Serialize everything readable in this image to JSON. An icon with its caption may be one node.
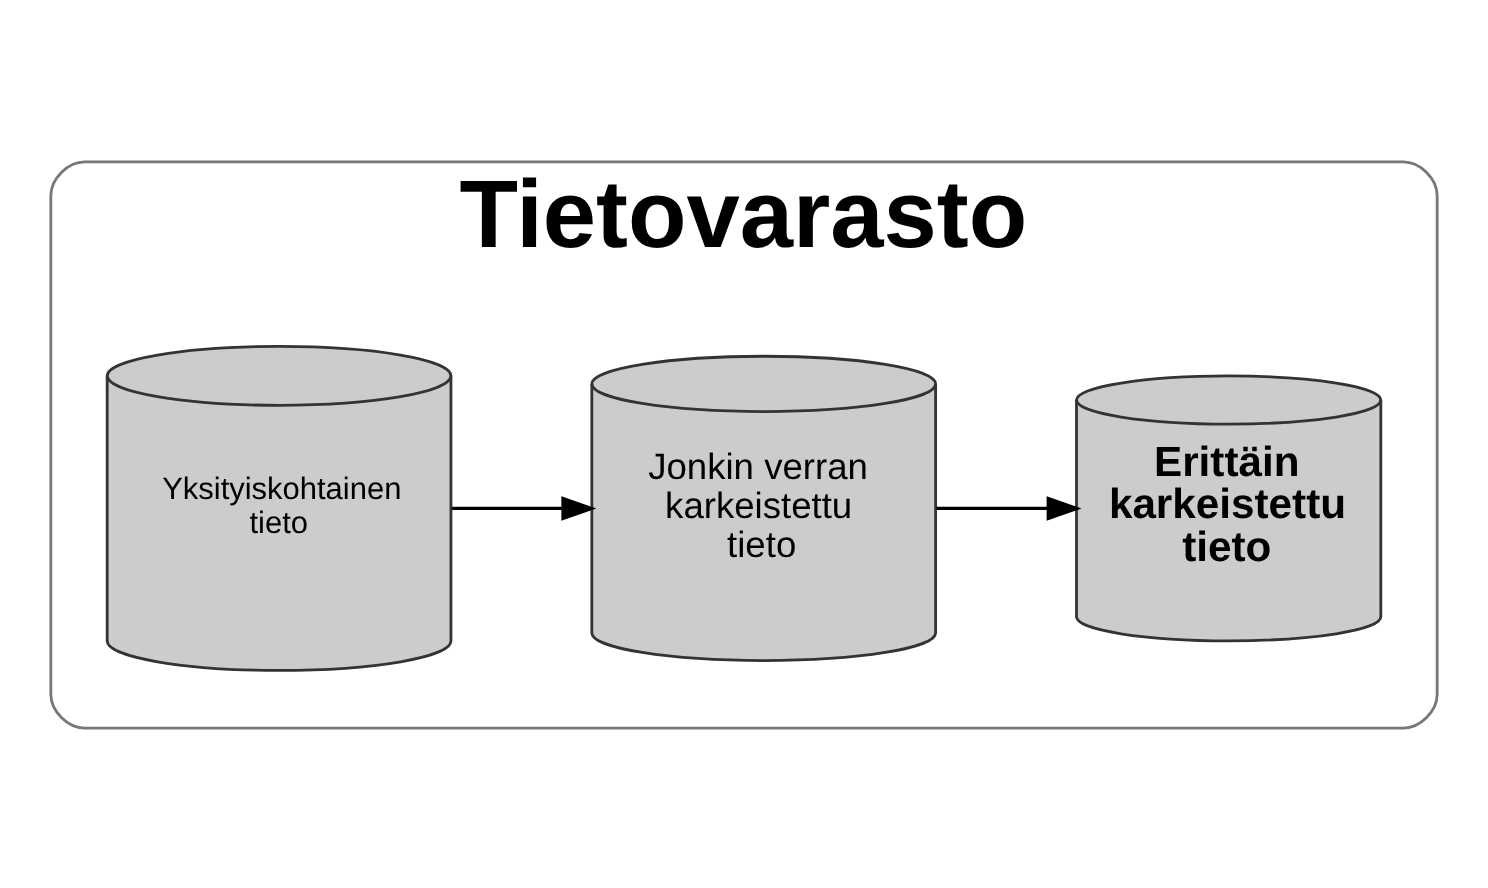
{
  "diagram": {
    "nodes": [
      {
        "text": [
          "Tietovarasto"
        ]
      },
      {
        "text": [
          "Yksityiskohtainen tieto"
        ],
        "in": 0
      },
      {
        "text": [
          "Jonkin verran karkeistettu tieto"
        ],
        "in": 0
      },
      {
        "text": [
          "Erittäin karkeistettu tieto"
        ],
        "in": 0
      }
    ],
    "edges": [
      {
        "from": 1,
        "to": 2,
        "arrow": "to"
      },
      {
        "from": 2,
        "to": 3,
        "arrow": "to"
      }
    ]
  }
}
